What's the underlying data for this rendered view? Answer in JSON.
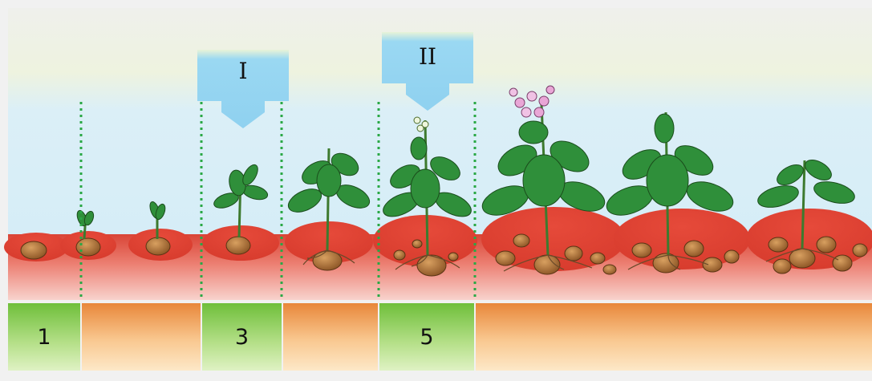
{
  "arrows": [
    {
      "label": "I"
    },
    {
      "label": "II"
    }
  ],
  "stages": [
    {
      "label": "1",
      "color": "green"
    },
    {
      "label": "",
      "color": "orange"
    },
    {
      "label": "3",
      "color": "green"
    },
    {
      "label": "",
      "color": "orange"
    },
    {
      "label": "5",
      "color": "green"
    },
    {
      "label": "",
      "color": "orange"
    }
  ],
  "colors": {
    "sky": "#d6eef8",
    "soil": "#e0584a",
    "soil_light": "#f2b0a6",
    "leaf": "#2e8b3a",
    "tuber": "#b57a3c",
    "arrow": "#8fd3f3",
    "guide_line": "#2aa845",
    "stage_green": "#7cc34a",
    "stage_orange": "#f2a04a"
  }
}
